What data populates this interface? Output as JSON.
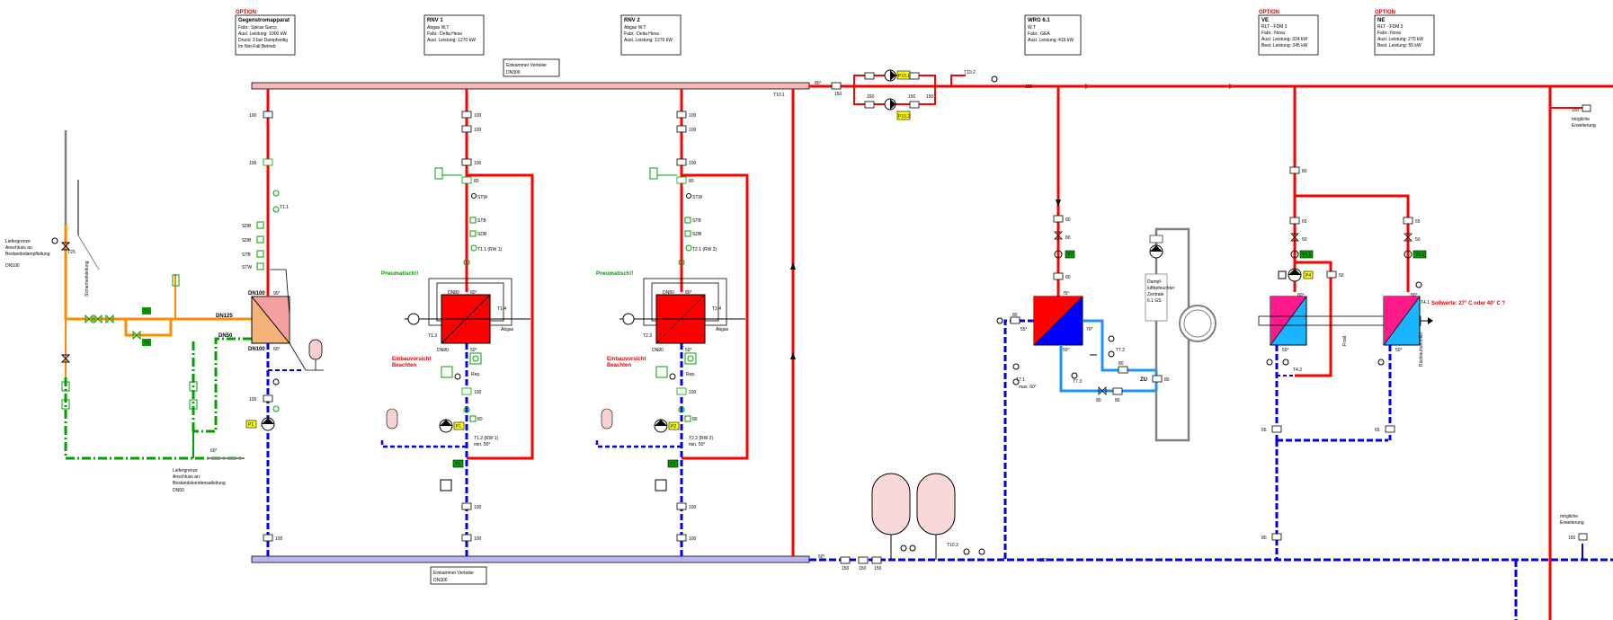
{
  "colors": {
    "supply": "#ff0000",
    "return": "#0000e0",
    "steam": "#ff8c00",
    "condensate": "#00a000",
    "secondary": "#1e90ff",
    "grey": "#808080",
    "header": "#f4b8b8",
    "header_return": "#b8b8f0",
    "hx_hot": "#ff0000",
    "hx_return": "#0000ff",
    "pink": "#ff1a8c",
    "cyan": "#1ab4ff",
    "label_yellow": "#ffff00",
    "label_green": "#00a000"
  },
  "boxes": {
    "gegenstrom": {
      "option": "OPTION",
      "lines": [
        "Gegenstromapparat",
        "Fabr.: Spirax Sarco",
        "Ausl. Leistung: 1000 kW",
        "Druck: 3 bar Dampfseitig",
        "Im Not-Fall Betrieb"
      ]
    },
    "rnv1": {
      "lines": [
        "RNV 1",
        "Abgas W.T",
        "Fabr.: Delta Hexa",
        "Ausl. Leistung: 1270 kW"
      ]
    },
    "rnv2": {
      "lines": [
        "RNV 2",
        "Abgas W.T",
        "Fabr.: Delta Hexa",
        "Ausl. Leistung: 1270 kW"
      ]
    },
    "wrg": {
      "lines": [
        "WRG 6.1",
        "W.T",
        "Fabr.: GEA",
        "Ausl. Leistung: 415 kW"
      ]
    },
    "ve": {
      "option": "OPTION",
      "lines": [
        "VE",
        "RLT - FDM 3",
        "Fabr.: Nova",
        "Ausl. Leistung: 324 kW",
        "Best. Leistung: 245 kW"
      ]
    },
    "ne": {
      "option": "OPTION",
      "lines": [
        "NE",
        "RLT - FDM 3",
        "Fabr.: Nova",
        "Ausl. Leistung: 270 kW",
        "Best. Leistung: 55 kW"
      ]
    },
    "verteiler": {
      "lines": [
        "Einkammer Verteiler",
        "DN300"
      ]
    },
    "sammler": {
      "lines": [
        "Einkammer Verteiler",
        "DN300"
      ]
    }
  },
  "left": {
    "steam_limit": [
      "Liefergrenze",
      "Anschluss an",
      "Bestandsdampfleitung",
      "DN100"
    ],
    "condensate_limit": [
      "Liefergrenze",
      "Anschluss an",
      "Bestandskondensatleitung",
      "DN50"
    ],
    "vertical_label": "Sicherheitsleitung",
    "dn125": "DN125",
    "dn50": "DN50",
    "dn100_top": "DN100",
    "dn100_bottom": "DN100",
    "deg90": "90°",
    "deg60": "60°",
    "t25": "T25",
    "tags": [
      "SDB",
      "SDB",
      "STB",
      "STW"
    ],
    "t11": "T1.1",
    "p1": "P1",
    "n100": "100",
    "label_th": "Th"
  },
  "rnv": [
    {
      "warn": "Pneumatisch!!",
      "red_note": [
        "Einbauvorsicht",
        "Beachten"
      ],
      "tags": [
        "STW",
        "STB",
        "SDB",
        "T1.1 (RW 1)"
      ],
      "t_bottom": [
        "T1.2 (RW 1)",
        "min. 50°"
      ],
      "pump": "P1",
      "mixer": "Y1",
      "dn80": "DN80",
      "deg80": "80°",
      "deg50": "50°",
      "abgas": "Abgas",
      "t14": "T1.4",
      "t13": "T1.3",
      "rep": "Rep.",
      "n100": "100",
      "n80": "80"
    },
    {
      "warn": "Pneumatisch!!",
      "red_note": [
        "Einbauvorsicht",
        "Beachten"
      ],
      "tags": [
        "STW",
        "STB",
        "SDB",
        "T2.1 (RW 2)"
      ],
      "t_bottom": [
        "T2.2 (RW 2)",
        "min. 50°"
      ],
      "pump": "P2",
      "mixer": "Y2",
      "dn80": "DN80",
      "deg80": "80°",
      "deg50": "50°",
      "abgas": "Abgas",
      "t14": "T2.4",
      "t13": "T2.3",
      "rep": "Rep.",
      "n100": "100",
      "n80": "80"
    }
  ],
  "right": {
    "deg80_top": "80°",
    "deg60_bot": "60°",
    "n150": "150",
    "p10_1": "P10.1",
    "p10_2": "P10.2",
    "t10_1": "T10.1",
    "t10_2": "T10.2",
    "t10_3": "T10.3",
    "wrg_labels": {
      "n80": "80",
      "deg75": "75°",
      "deg55": "55°",
      "deg50": "50°",
      "deg70": "70°",
      "t71": "T7.1",
      "t71b": "max. 60°",
      "t72": "T7.2",
      "t73": "T7.3",
      "zu": "ZU",
      "p7": "P7",
      "y7": "Y7"
    },
    "dampf": [
      "Dampf-",
      "luftbefeuchter",
      "Zentrale",
      "6.1 GS"
    ],
    "ve_labels": {
      "n65": "65",
      "n50": "50",
      "deg80": "80°",
      "deg50": "50°",
      "y41": "Y4.1",
      "p4": "P4",
      "t42": "T4.2",
      "frost": "Frost"
    },
    "ne_labels": {
      "n65": "65",
      "n50": "50",
      "deg80": "80°",
      "deg50": "50°",
      "y51": "Y5.1",
      "t51": "T4.1",
      "rueck": "Rücklaufsammler"
    },
    "sollwert": "Sollwerte: 27° C oder 40° C ?",
    "moeglich_top": [
      "mögliche",
      "Erweiterung"
    ],
    "moeglich_bottom": [
      "mögliche",
      "Erweiterung"
    ],
    "n80": "80",
    "n65": "65"
  }
}
